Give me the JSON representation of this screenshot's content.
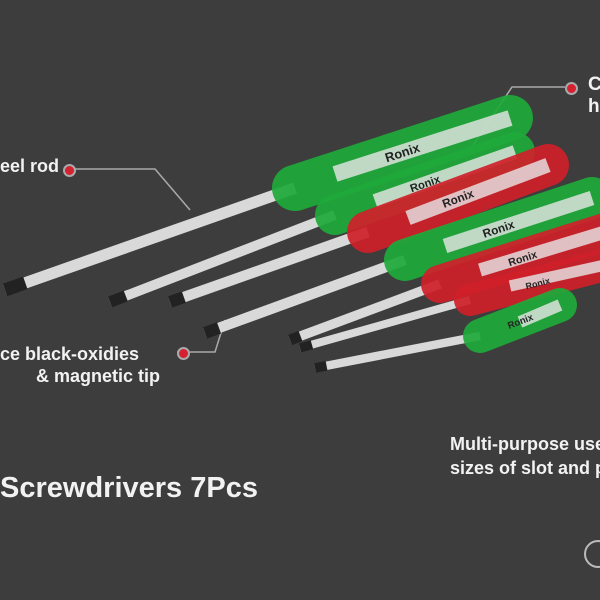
{
  "brand": "Ronix",
  "callouts": {
    "top_right": [
      "C",
      "h"
    ],
    "left_top": "eel rod",
    "left_bottom": [
      "ce black-oxidies",
      "& magnetic tip"
    ]
  },
  "title": "Screwdrivers 7Pcs",
  "feature": [
    "Multi-purpose use",
    "sizes of slot and p"
  ],
  "colors": {
    "background": "#3d3d3d",
    "green": "#1faa3a",
    "red": "#d0202a",
    "accent_dot": "#d52030"
  }
}
